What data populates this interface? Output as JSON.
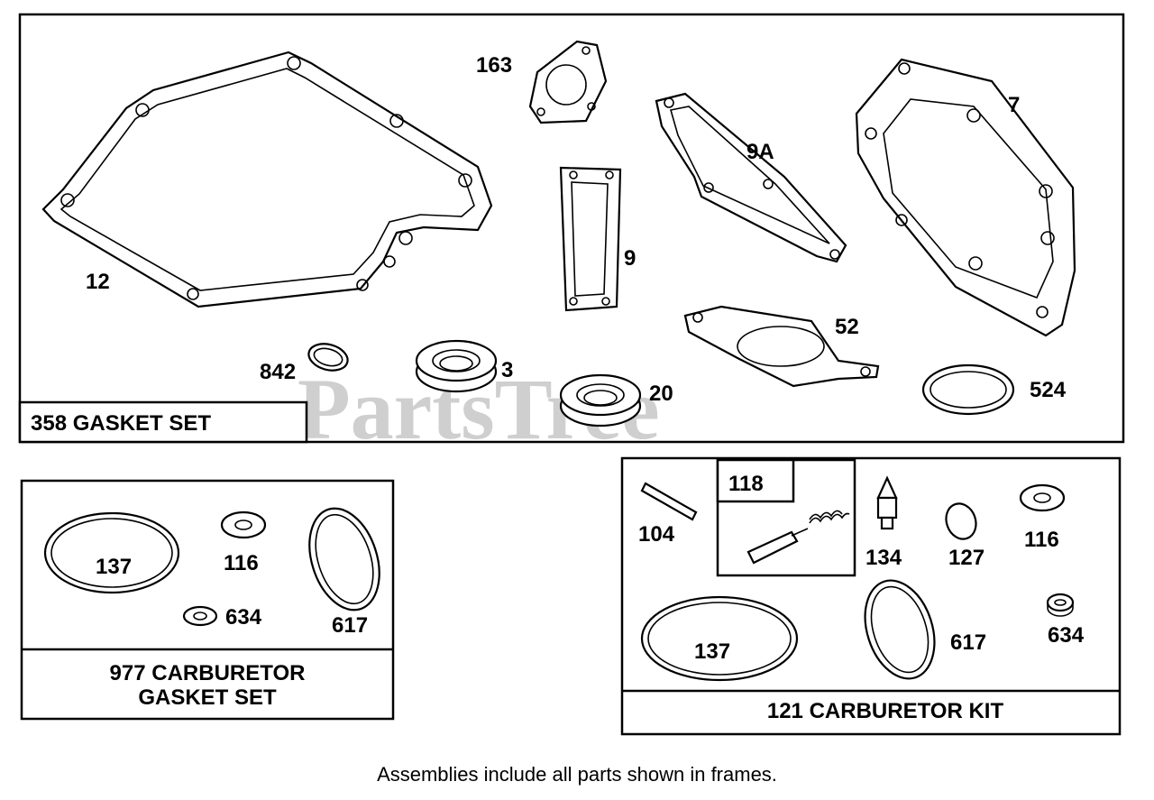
{
  "watermark": "PartsTree",
  "footnote": "Assemblies include all parts shown in frames.",
  "frames": {
    "gasket_set": {
      "title": "358 GASKET SET",
      "labels": {
        "p12": "12",
        "p163": "163",
        "p9": "9",
        "p9a": "9A",
        "p7": "7",
        "p52": "52",
        "p842": "842",
        "p3": "3",
        "p20": "20",
        "p524": "524"
      }
    },
    "carb_gasket_set": {
      "title_line1": "977 CARBURETOR",
      "title_line2": "GASKET SET",
      "labels": {
        "p137": "137",
        "p116": "116",
        "p634": "634",
        "p617": "617"
      }
    },
    "carb_kit": {
      "title": "121 CARBURETOR KIT",
      "sub_title": "118",
      "labels": {
        "p104": "104",
        "p134": "134",
        "p127": "127",
        "p116": "116",
        "p137": "137",
        "p617": "617",
        "p634": "634"
      }
    }
  }
}
